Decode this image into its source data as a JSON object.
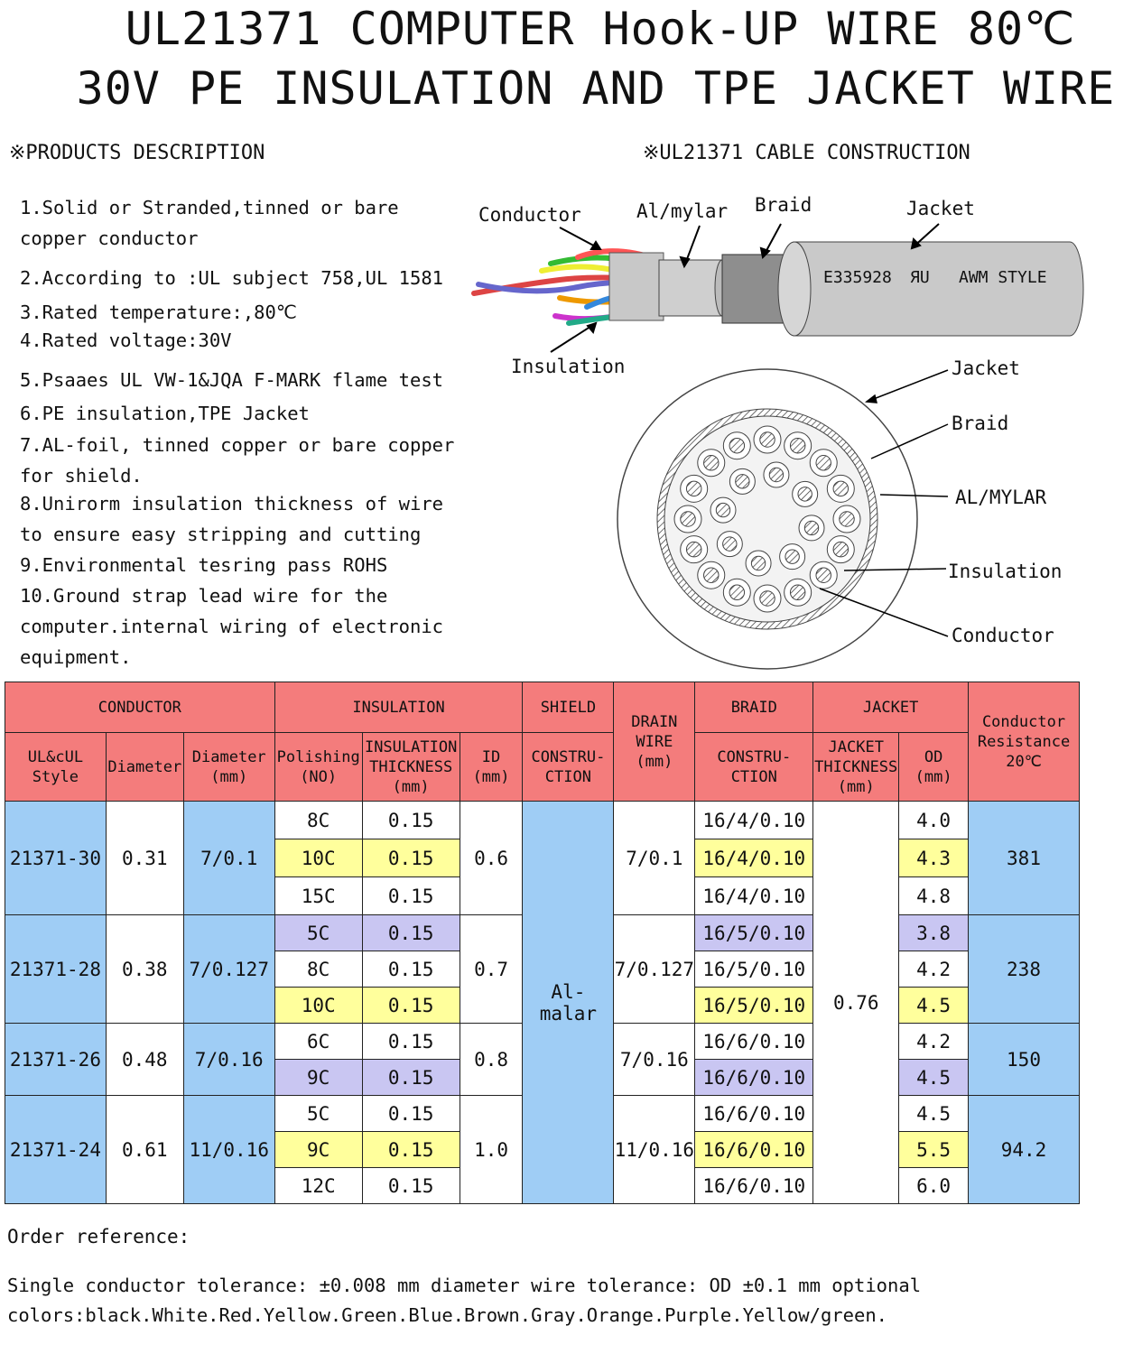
{
  "title": {
    "line1": "UL21371 COMPUTER Hook-UP WIRE 80℃",
    "line2": "30V PE INSULATION AND TPE JACKET WIRE"
  },
  "sections": {
    "description_heading": "※PRODUCTS DESCRIPTION",
    "construction_heading": "※UL21371 CABLE CONSTRUCTION"
  },
  "description": [
    [
      "1.Solid or Stranded,tinned or bare",
      "copper conductor"
    ],
    [
      "2.According to :UL subject 758,UL 1581"
    ],
    [
      "3.Rated temperature:,80℃"
    ],
    [
      "4.Rated voltage:30V"
    ],
    [
      "5.Psaaes UL VW-1&JQA F-MARK flame test"
    ],
    [
      "6.PE insulation,TPE Jacket"
    ],
    [
      "7.AL-foil, tinned copper or bare copper",
      "for shield."
    ],
    [
      "8.Unirorm insulation thickness of wire",
      "to ensure easy stripping and cutting"
    ],
    [
      "9.Environmental tesring pass ROHS"
    ],
    [
      "10.Ground strap lead wire for the",
      "computer.internal wiring of electronic",
      "equipment."
    ]
  ],
  "side_view": {
    "conductor": "Conductor",
    "almylar": "Al/mylar",
    "braid": "Braid",
    "jacket": "Jacket",
    "insulation": "Insulation",
    "print_code": "E335928",
    "print_mark": "ЯU",
    "print_style": "AWM STYLE"
  },
  "cross_section": {
    "jacket": "Jacket",
    "braid": "Braid",
    "almylar": "AL/MYLAR",
    "insulation": "Insulation",
    "conductor": "Conductor"
  },
  "table": {
    "groups": {
      "conductor": "CONDUCTOR",
      "insulation": "INSULATION",
      "shield": "SHIELD",
      "drain": [
        "DRAIN",
        "WIRE",
        "(mm)"
      ],
      "braid": "BRAID",
      "jacket": "JACKET",
      "resistance": [
        "Conductor",
        "Resistance",
        "20℃"
      ]
    },
    "subheaders": {
      "style": [
        "UL&cUL",
        "Style"
      ],
      "diameter": "Diameter",
      "diameter_mm": [
        "Diameter",
        "(mm)"
      ],
      "polishing": [
        "Polishing",
        "(NO)"
      ],
      "ins_thickness": [
        "INSULATION",
        "THICKNESS",
        "(mm)"
      ],
      "id": [
        "ID",
        "(mm)"
      ],
      "shield_con": [
        "CONSTRU-",
        "CTION"
      ],
      "braid_con": [
        "CONSTRU-",
        "CTION"
      ],
      "jacket_thk": [
        "JACKET",
        "THICKNESS",
        "(mm)"
      ],
      "od": [
        "OD",
        "(mm)"
      ]
    },
    "shield_value": "Al-malar",
    "jacket_thickness_value": "0.76",
    "groups_data": [
      {
        "style": "21371-30",
        "diameter": "0.31",
        "diameter_mm": "7/0.1",
        "id": "0.6",
        "drain": "7/0.1",
        "resistance": "381",
        "rows": [
          {
            "pol": "8C",
            "ins": "0.15",
            "braid": "16/4/0.10",
            "od": "4.0",
            "hl": "wht"
          },
          {
            "pol": "10C",
            "ins": "0.15",
            "braid": "16/4/0.10",
            "od": "4.3",
            "hl": "yel"
          },
          {
            "pol": "15C",
            "ins": "0.15",
            "braid": "16/4/0.10",
            "od": "4.8",
            "hl": "wht"
          }
        ]
      },
      {
        "style": "21371-28",
        "diameter": "0.38",
        "diameter_mm": "7/0.127",
        "id": "0.7",
        "drain": "7/0.127",
        "resistance": "238",
        "rows": [
          {
            "pol": "5C",
            "ins": "0.15",
            "braid": "16/5/0.10",
            "od": "3.8",
            "hl": "lav"
          },
          {
            "pol": "8C",
            "ins": "0.15",
            "braid": "16/5/0.10",
            "od": "4.2",
            "hl": "wht"
          },
          {
            "pol": "10C",
            "ins": "0.15",
            "braid": "16/5/0.10",
            "od": "4.5",
            "hl": "yel"
          }
        ]
      },
      {
        "style": "21371-26",
        "diameter": "0.48",
        "diameter_mm": "7/0.16",
        "id": "0.8",
        "drain": "7/0.16",
        "resistance": "150",
        "rows": [
          {
            "pol": "6C",
            "ins": "0.15",
            "braid": "16/6/0.10",
            "od": "4.2",
            "hl": "wht"
          },
          {
            "pol": "9C",
            "ins": "0.15",
            "braid": "16/6/0.10",
            "od": "4.5",
            "hl": "lav"
          }
        ]
      },
      {
        "style": "21371-24",
        "diameter": "0.61",
        "diameter_mm": "11/0.16",
        "id": "1.0",
        "drain": "11/0.16",
        "resistance": "94.2",
        "rows": [
          {
            "pol": "5C",
            "ins": "0.15",
            "braid": "16/6/0.10",
            "od": "4.5",
            "hl": "wht"
          },
          {
            "pol": "9C",
            "ins": "0.15",
            "braid": "16/6/0.10",
            "od": "5.5",
            "hl": "yel"
          },
          {
            "pol": "12C",
            "ins": "0.15",
            "braid": "16/6/0.10",
            "od": "6.0",
            "hl": "wht"
          }
        ]
      }
    ]
  },
  "footer": {
    "order_ref": "Order reference:",
    "line1": "Single conductor tolerance: ±0.008 mm  diameter wire tolerance: OD ±0.1 mm optional",
    "line2": "colors:black.White.Red.Yellow.Green.Blue.Brown.Gray.Orange.Purple.Yellow/green."
  }
}
